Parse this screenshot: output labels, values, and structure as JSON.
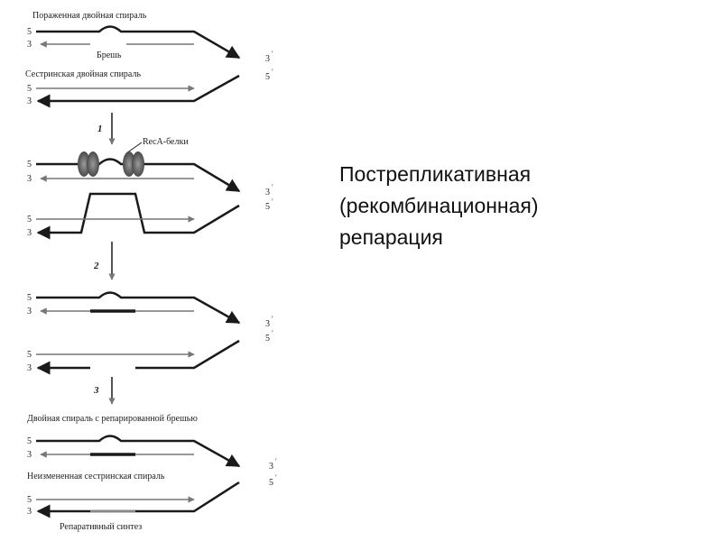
{
  "slide_title": "Пострепликативная\n(рекомбинационная)\nрепарация",
  "labels": {
    "damaged_helix": "Пораженная двойная спираль",
    "gap": "Брешь",
    "sister_helix": "Сестринская двойная спираль",
    "reca": "RecA-белки",
    "repaired_helix": "Двойная спираль с репарированной брешью",
    "unchanged_sister": "Неизмененная сестринская спираль",
    "repair_synthesis": "Репаративный синтез"
  },
  "steps": [
    "1",
    "2",
    "3"
  ],
  "ends": {
    "five": "5",
    "three": "3",
    "prime": "′"
  },
  "colors": {
    "strand": "#1a1a1a",
    "new_strand": "#777777",
    "protein": "#6e6e6e",
    "text": "#222222"
  }
}
